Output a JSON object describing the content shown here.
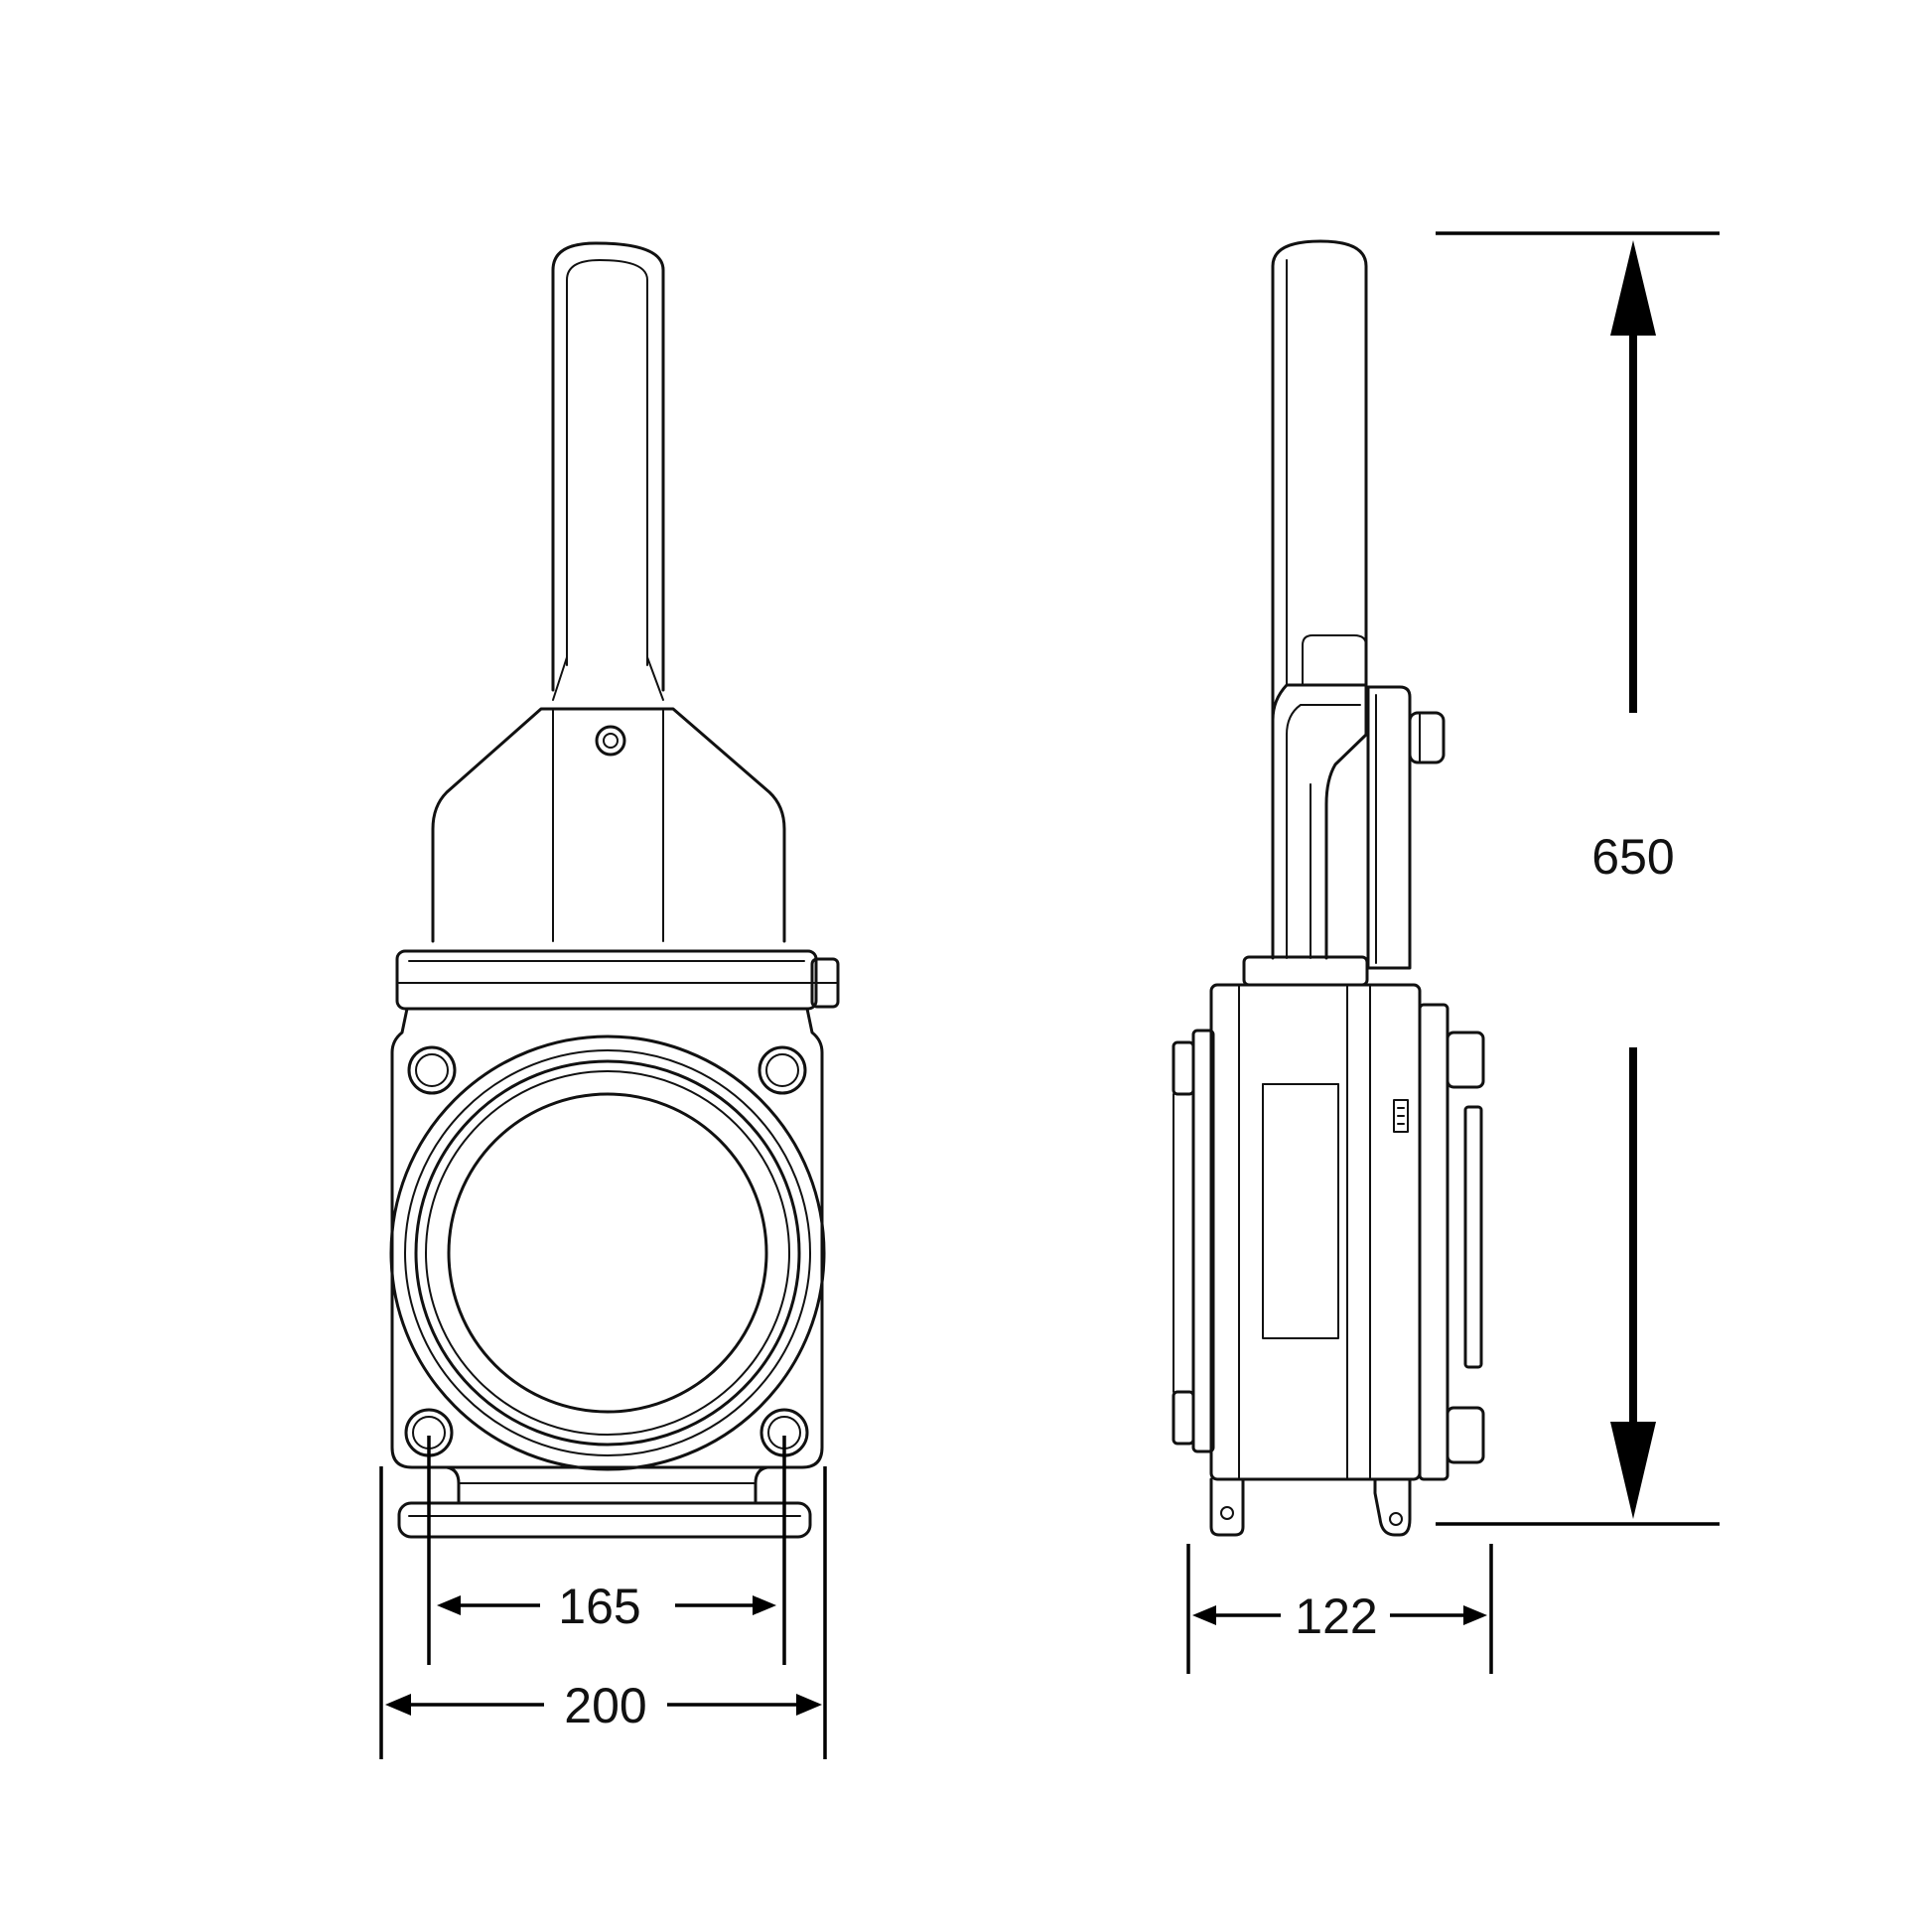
{
  "dimensions": {
    "height_label": "650",
    "bolt_spacing_label": "165",
    "overall_width_label": "200",
    "side_width_label": "122"
  },
  "colors": {
    "line": "#111111",
    "background": "#ffffff"
  }
}
